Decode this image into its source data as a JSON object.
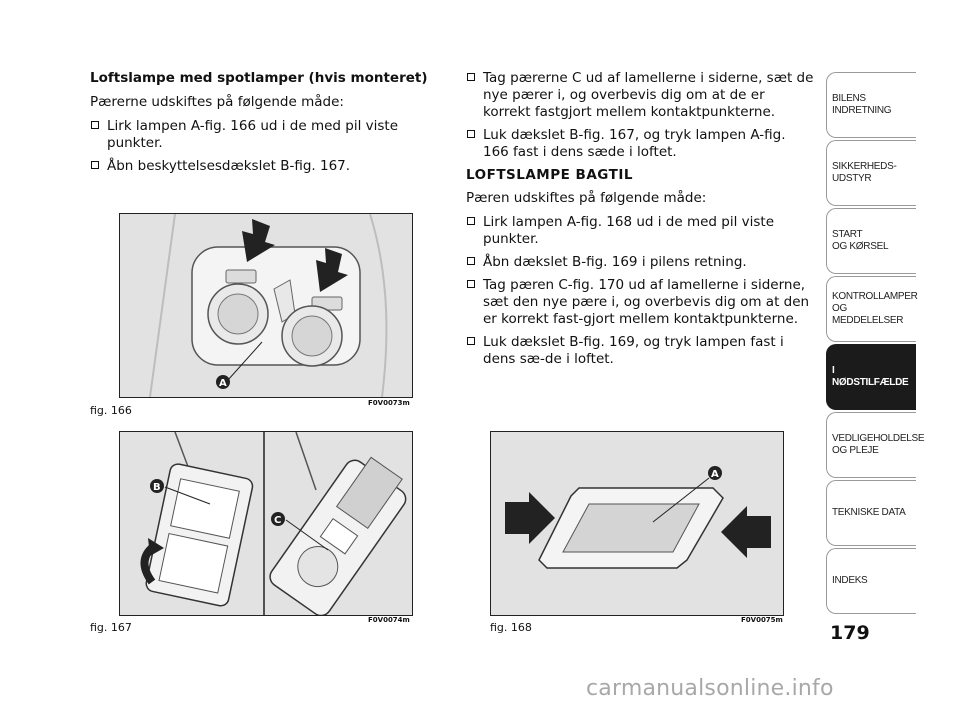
{
  "left_column": {
    "heading": "Loftslampe med spotlamper (hvis monteret)",
    "intro": "Pærerne udskiftes på følgende måde:",
    "bullets": [
      "Lirk lampen A-fig. 166 ud i de med pil viste punkter.",
      "Åbn beskyttelsesdækslet B-fig. 167."
    ]
  },
  "right_column": {
    "bullets_top": [
      "Tag pærerne C ud af lamellerne i siderne, sæt de nye pærer i, og overbevis dig om at de er korrekt fastgjort mellem kontaktpunkterne.",
      "Luk dækslet B-fig. 167, og tryk lampen A-fig. 166 fast i dens sæde i loftet."
    ],
    "section_title": "LOFTSLAMPE BAGTIL",
    "intro": "Pæren udskiftes på følgende måde:",
    "bullets_bottom": [
      "Lirk lampen A-fig. 168 ud i de med pil viste punkter.",
      "Åbn dækslet B-fig. 169 i pilens retning.",
      "Tag pæren C-fig. 170 ud af lamellerne i siderne, sæt den nye pære i, og overbevis dig om at den er korrekt fast-gjort mellem kontaktpunkterne.",
      "Luk dækslet B-fig. 169, og tryk lampen fast i dens sæ-de i loftet."
    ]
  },
  "figures": {
    "fig166": {
      "caption": "fig. 166",
      "code": "F0V0073m",
      "label_a": "A"
    },
    "fig167": {
      "caption": "fig. 167",
      "code": "F0V0074m",
      "label_b": "B",
      "label_c": "C"
    },
    "fig168": {
      "caption": "fig. 168",
      "code": "F0V0075m",
      "label_a": "A"
    }
  },
  "tabs": [
    {
      "label": "BILENS\nINDRETNING",
      "active": false
    },
    {
      "label": "SIKKERHEDS-\nUDSTYR",
      "active": false
    },
    {
      "label": "START\nOG KØRSEL",
      "active": false
    },
    {
      "label": "KONTROLLAMPER\nOG MEDDELELSER",
      "active": false
    },
    {
      "label": "I NØDSTILFÆLDE",
      "active": true
    },
    {
      "label": "VEDLIGEHOLDELSE\nOG PLEJE",
      "active": false
    },
    {
      "label": "TEKNISKE DATA",
      "active": false
    },
    {
      "label": "INDEKS",
      "active": false
    }
  ],
  "page_number": "179",
  "watermark": "carmanualsonline.info",
  "colors": {
    "tab_active": "#1b1b1b",
    "figure_bg": "#e2e2e2",
    "marker": "#222222"
  }
}
